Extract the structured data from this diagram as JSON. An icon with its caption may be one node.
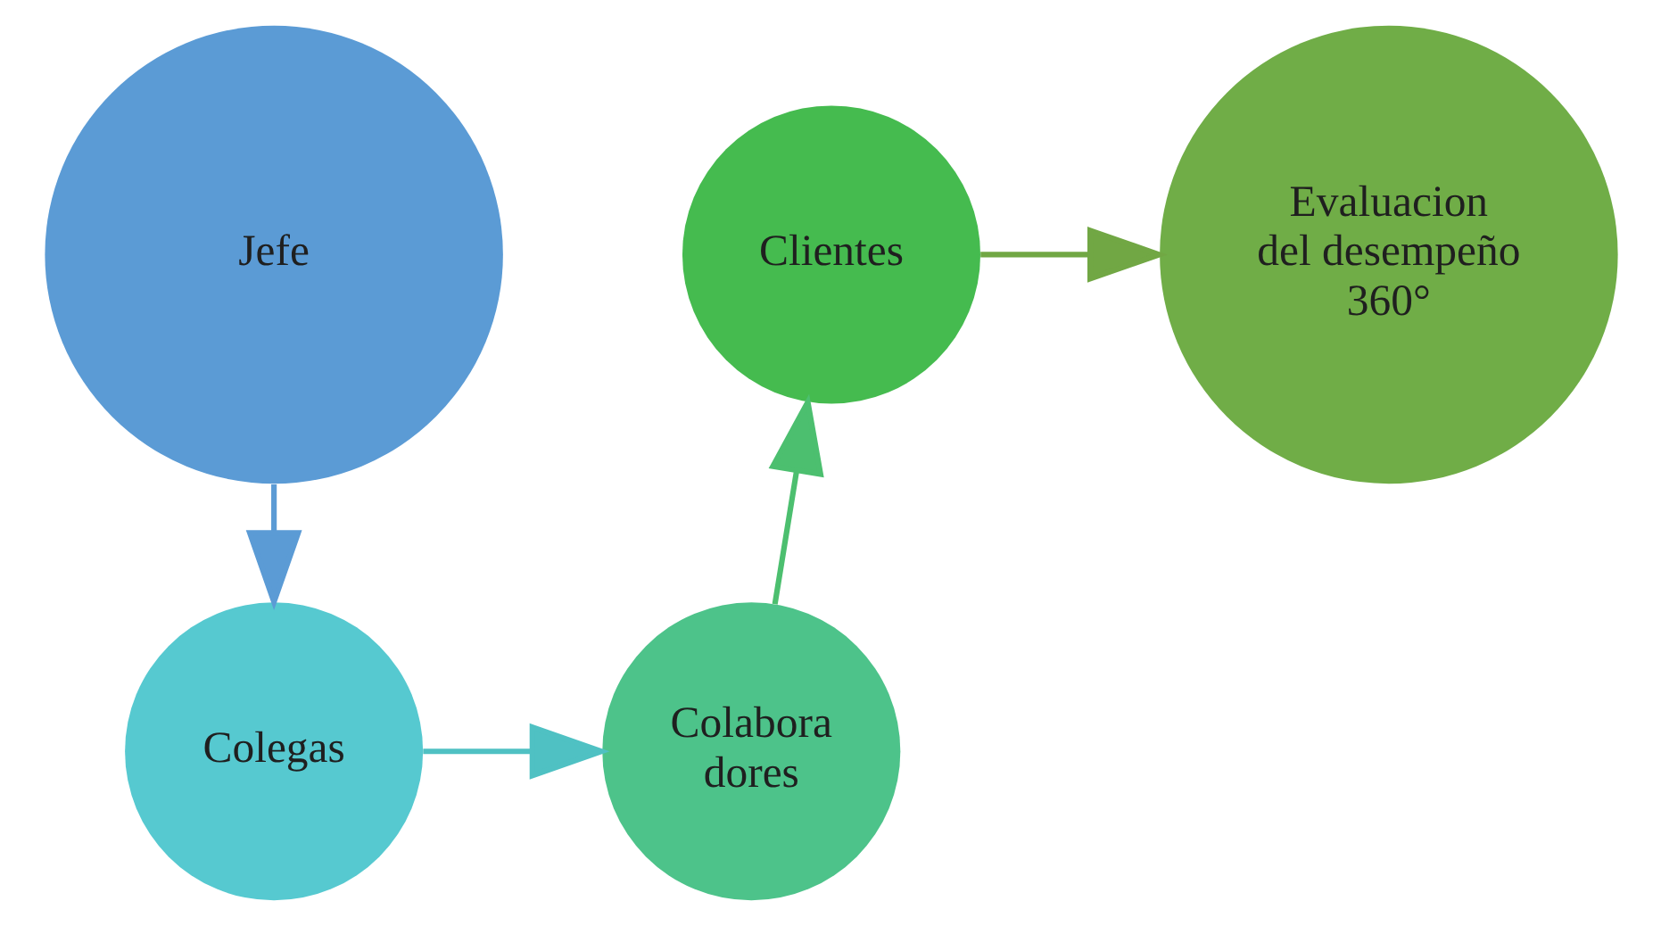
{
  "diagram": {
    "nodes": [
      {
        "text": [
          "Jefe"
        ]
      },
      {
        "text": [
          "Colegas"
        ]
      },
      {
        "text": [
          "Colabora dores"
        ]
      },
      {
        "text": [
          "Clientes"
        ]
      },
      {
        "text": [
          "Evaluacion del desempeño 360°"
        ]
      }
    ],
    "edges": [
      {
        "from": 0,
        "to": 1,
        "arrow": "to",
        "color": "#5b9bd5"
      },
      {
        "from": 1,
        "to": 2,
        "arrow": "to",
        "color": "#4fc1c3"
      },
      {
        "from": 2,
        "to": 3,
        "arrow": "to",
        "color": "#4cbf6f"
      },
      {
        "from": 3,
        "to": 4,
        "arrow": "to",
        "color": "#71a744"
      }
    ]
  }
}
